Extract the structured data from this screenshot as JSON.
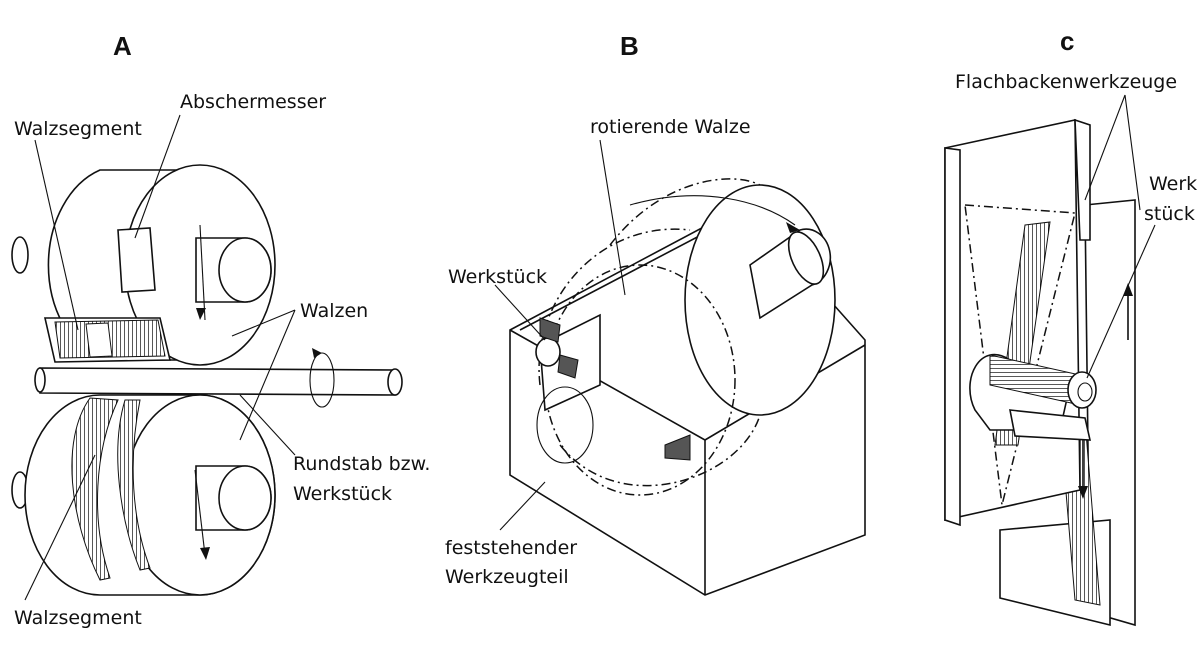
{
  "panels": {
    "a": {
      "letter": "A",
      "labels": {
        "walzsegment_top": "Walzsegment",
        "abschermesser": "Abschermesser",
        "walzen": "Walzen",
        "rundstab_line1": "Rundstab bzw.",
        "rundstab_line2": "Werkstück",
        "walzsegment_bottom": "Walzsegment"
      }
    },
    "b": {
      "letter": "B",
      "labels": {
        "rotierende_walze": "rotierende Walze",
        "werkstueck": "Werkstück",
        "feststehender_line1": "feststehender",
        "feststehender_line2": "Werkzeugteil"
      }
    },
    "c": {
      "letter": "c",
      "labels": {
        "flachbacken": "Flachbackenwerkzeuge",
        "werk_line1": "Werk",
        "werk_line2": "stück"
      }
    }
  }
}
